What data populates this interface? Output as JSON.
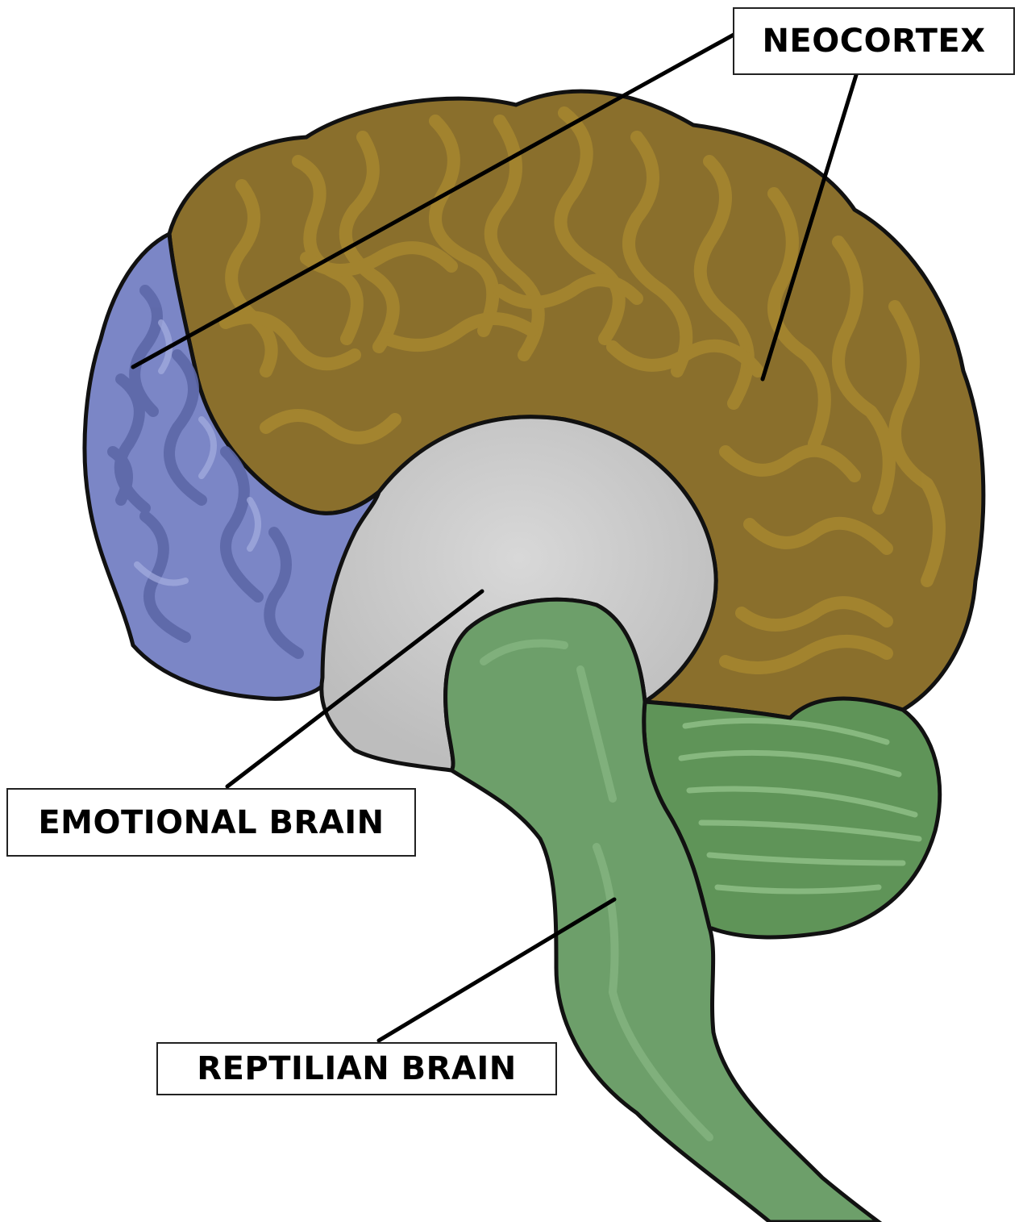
{
  "labels": {
    "neocortex": "NEOCORTEX",
    "emotional_brain": "EMOTIONAL BRAIN",
    "reptilian_brain": "REPTILIAN BRAIN"
  },
  "colors": {
    "neocortex": "#8a6f2c",
    "neocortex_fold": "#a4852f",
    "frontal": "#7b86c6",
    "frontal_fold": "#5d68a8",
    "emotional": "#cfcfcf",
    "reptilian": "#6d9f6a",
    "cerebellum": "#5f9458",
    "outline": "#111111"
  }
}
